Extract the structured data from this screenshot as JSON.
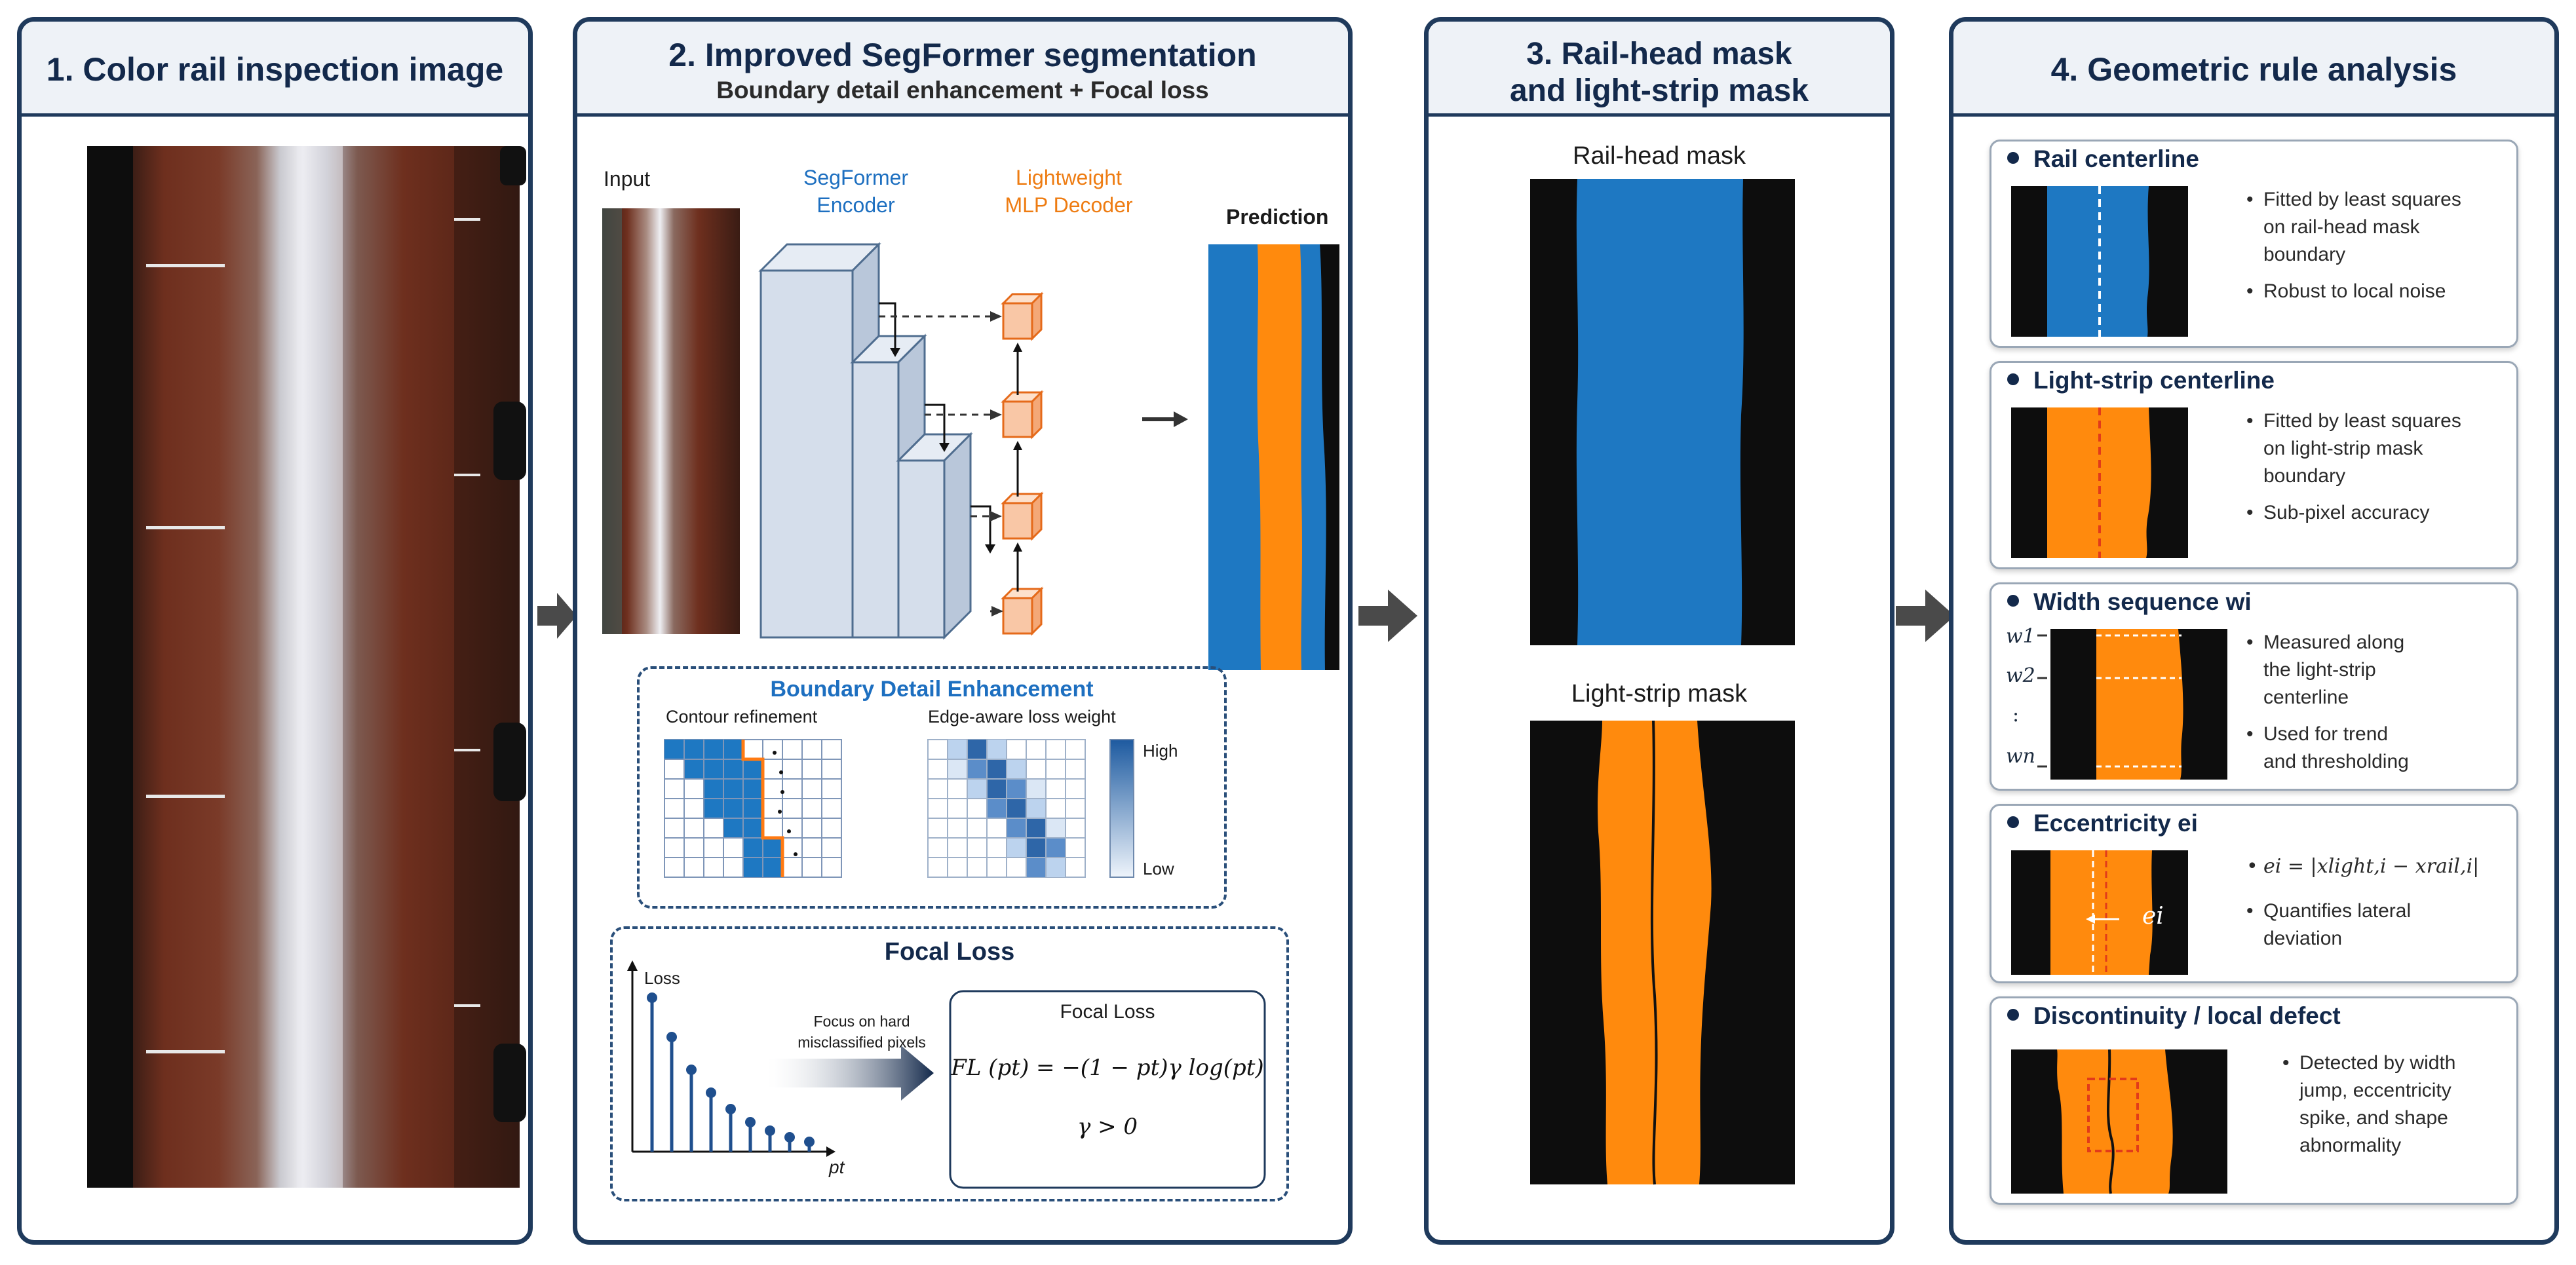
{
  "panel1": {
    "title": "1. Color rail inspection image"
  },
  "panel2": {
    "title": "2. Improved SegFormer segmentation",
    "subtitle": "Boundary detail enhancement + Focal loss",
    "input_label": "Input",
    "encoder_label_1": "SegFormer",
    "encoder_label_2": "Encoder",
    "decoder_label_1": "Lightweight",
    "decoder_label_2": "MLP Decoder",
    "prediction_label": "Prediction",
    "bde_title": "Boundary Detail Enhancement",
    "contour_label": "Contour refinement",
    "edge_label": "Edge-aware loss weight",
    "legend_high": "High",
    "legend_low": "Low",
    "focal_title": "Focal Loss",
    "loss_axis": "Loss",
    "focus_text_1": "Focus on hard",
    "focus_text_2": "misclassified pixels",
    "focal_box_title": "Focal Loss",
    "focal_formula": "FL (pt) = −(1 − pt)γ log(pt)",
    "gamma_text": "γ > 0",
    "pt_axis": "pt"
  },
  "panel3": {
    "title_1": "3. Rail-head mask",
    "title_2": "and light-strip mask",
    "railhead_label": "Rail-head mask",
    "lightstrip_label": "Light-strip mask"
  },
  "panel4": {
    "title": "4. Geometric rule analysis",
    "cards": [
      {
        "title": "Rail centerline",
        "bullets": [
          [
            "Fitted by least squares",
            "on rail-head mask",
            "boundary"
          ],
          [
            "Robust to local noise"
          ]
        ]
      },
      {
        "title": "Light-strip centerline",
        "bullets": [
          [
            "Fitted by least squares",
            "on light-strip mask",
            "boundary"
          ],
          [
            "Sub-pixel accuracy"
          ]
        ]
      },
      {
        "title": "Width sequence wi",
        "bullets": [
          [
            "Measured along",
            "the light-strip",
            "centerline"
          ],
          [
            "Used for trend",
            "and thresholding"
          ]
        ]
      },
      {
        "title": "Eccentricity ei",
        "bullets": [
          [
            "ei = |xlight,i − xrail,i|"
          ],
          [
            "Quantifies lateral",
            "deviation"
          ]
        ]
      },
      {
        "title": "Discontinuity / local defect",
        "bullets": [
          [
            "Detected by width",
            "jump, eccentricity",
            "spike, and shape",
            "abnormality"
          ]
        ]
      }
    ],
    "width_labels": [
      "w1",
      "w2",
      ":",
      "wn"
    ],
    "ecc_label": "ei"
  },
  "colors": {
    "navy": "#1f3a5c",
    "rail_blue": "#1e78c2",
    "strip_orange": "#ff8a0d",
    "rust": "#6e2f1e"
  }
}
